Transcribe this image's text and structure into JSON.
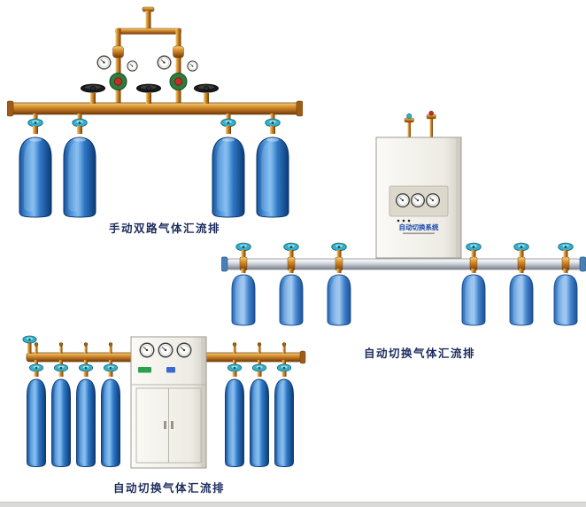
{
  "page": {
    "background": "#ffffff",
    "caption_color": "#1c2c5e"
  },
  "figures": {
    "manual_manifold": {
      "caption": "手动双路气体汇流排",
      "cylinders": 4
    },
    "auto_manifold_wall": {
      "caption": "自动切换气体汇流排",
      "cabinet_label": "自动切换系统",
      "cylinders": 6
    },
    "auto_manifold_floor": {
      "caption": "自动切换气体汇流排",
      "cylinders": 7
    }
  },
  "palette": {
    "brass": "#c8832d",
    "cylinder_blue": "#2f78c4",
    "cylinder_light_blue": "#6fa8e4",
    "valve_teal": "#3aaec6",
    "aluminum_pipe": "#b8bec6",
    "cabinet_body": "#efede6",
    "regulator_green": "#2f7d3e",
    "knob_red": "#c23028"
  }
}
